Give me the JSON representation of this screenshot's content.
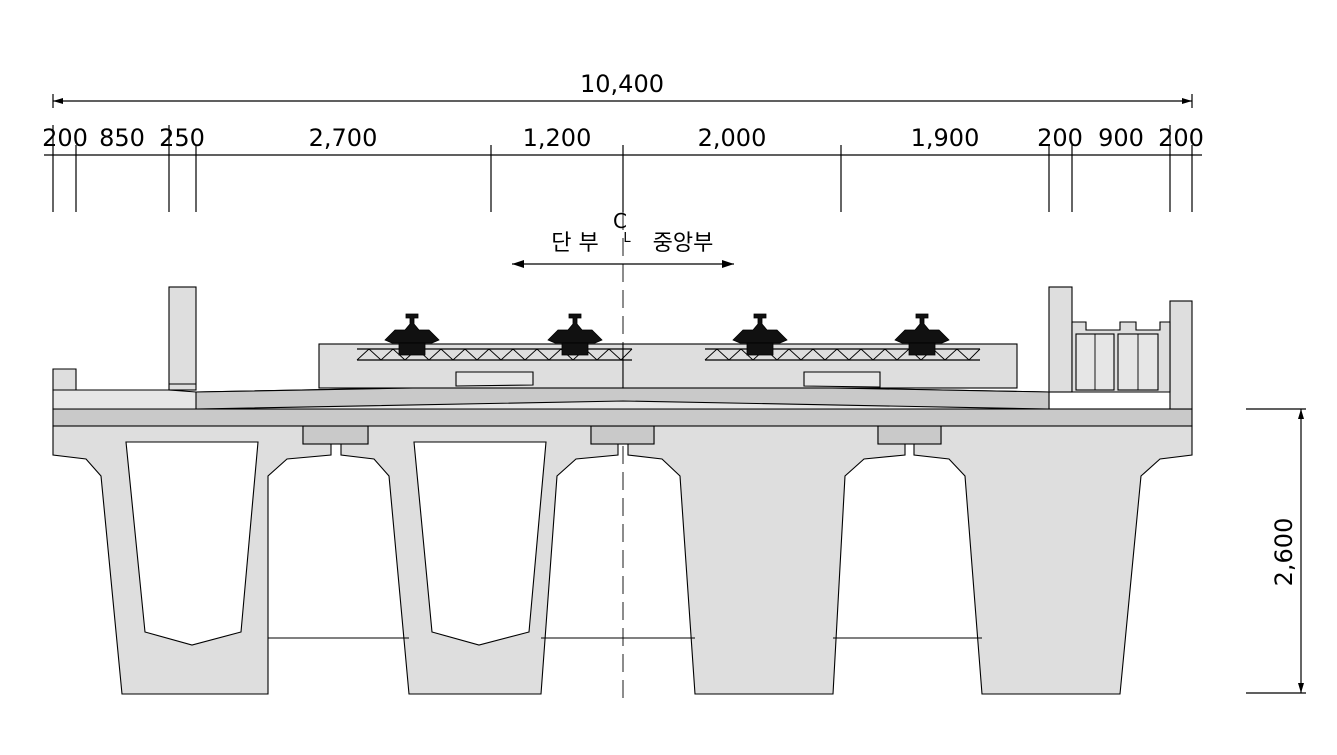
{
  "drawing": {
    "overall_width": "10,400",
    "segments": [
      "200",
      "850",
      "250",
      "2,700",
      "1,200",
      "2,000",
      "1,900",
      "200",
      "900",
      "200"
    ],
    "height": "2,600",
    "centerline_mark": "C",
    "centerline_sub": "L",
    "zone_left": "단 부",
    "zone_right": "중앙부"
  }
}
